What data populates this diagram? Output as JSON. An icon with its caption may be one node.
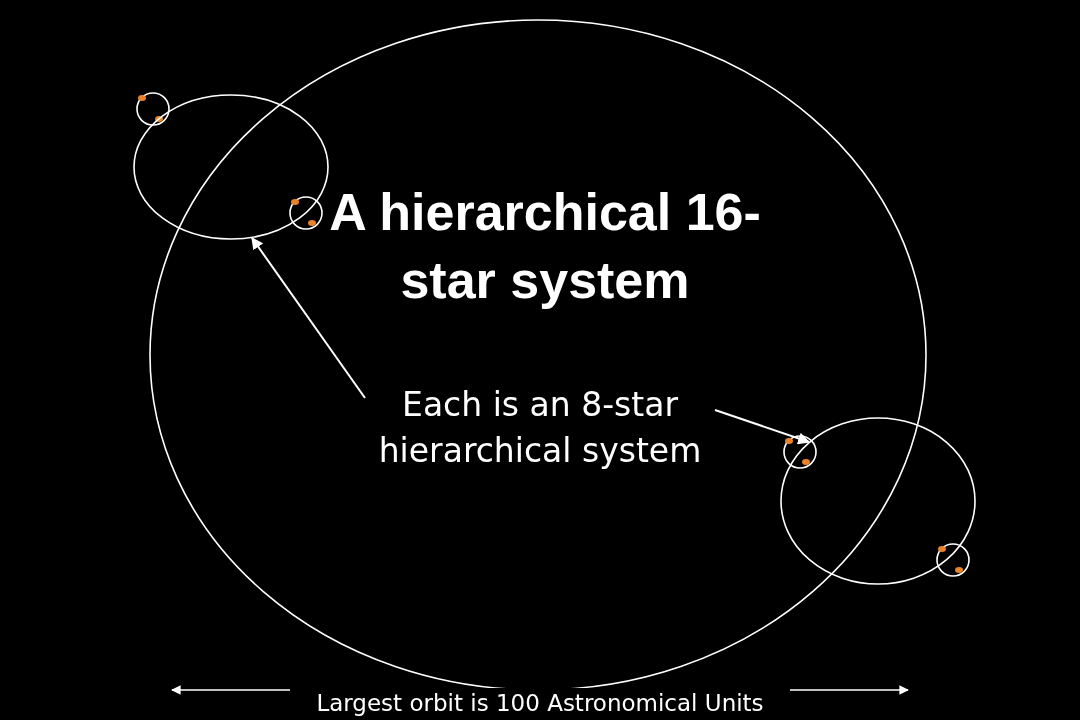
{
  "diagram": {
    "title": "A hierarchical 16-star system",
    "nodes": [
      {
        "text": [
          "Each is an 8-star hierarchical system"
        ]
      },
      {
        "text": [],
        "shape": "circle"
      },
      {
        "text": [],
        "shape": "circle"
      }
    ],
    "edges": [
      {
        "from": 0,
        "to": 1,
        "arrow": "to"
      },
      {
        "from": 0,
        "to": 2,
        "arrow": "to"
      }
    ],
    "labels": [
      "Largest orbit is 100 Astronomical Units"
    ]
  }
}
